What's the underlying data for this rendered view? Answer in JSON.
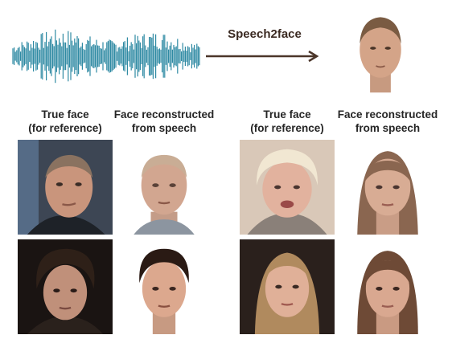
{
  "pipeline": {
    "label": "Speech2face"
  },
  "columns": [
    {
      "line1": "True face",
      "line2": "(for reference)"
    },
    {
      "line1": "Face reconstructed",
      "line2": "from speech"
    },
    {
      "line1": "True face",
      "line2": "(for reference)"
    },
    {
      "line1": "Face reconstructed",
      "line2": "from speech"
    }
  ],
  "colors": {
    "waveform": "#2f8aa3",
    "arrow": "#4a3529",
    "text": "#262626"
  }
}
